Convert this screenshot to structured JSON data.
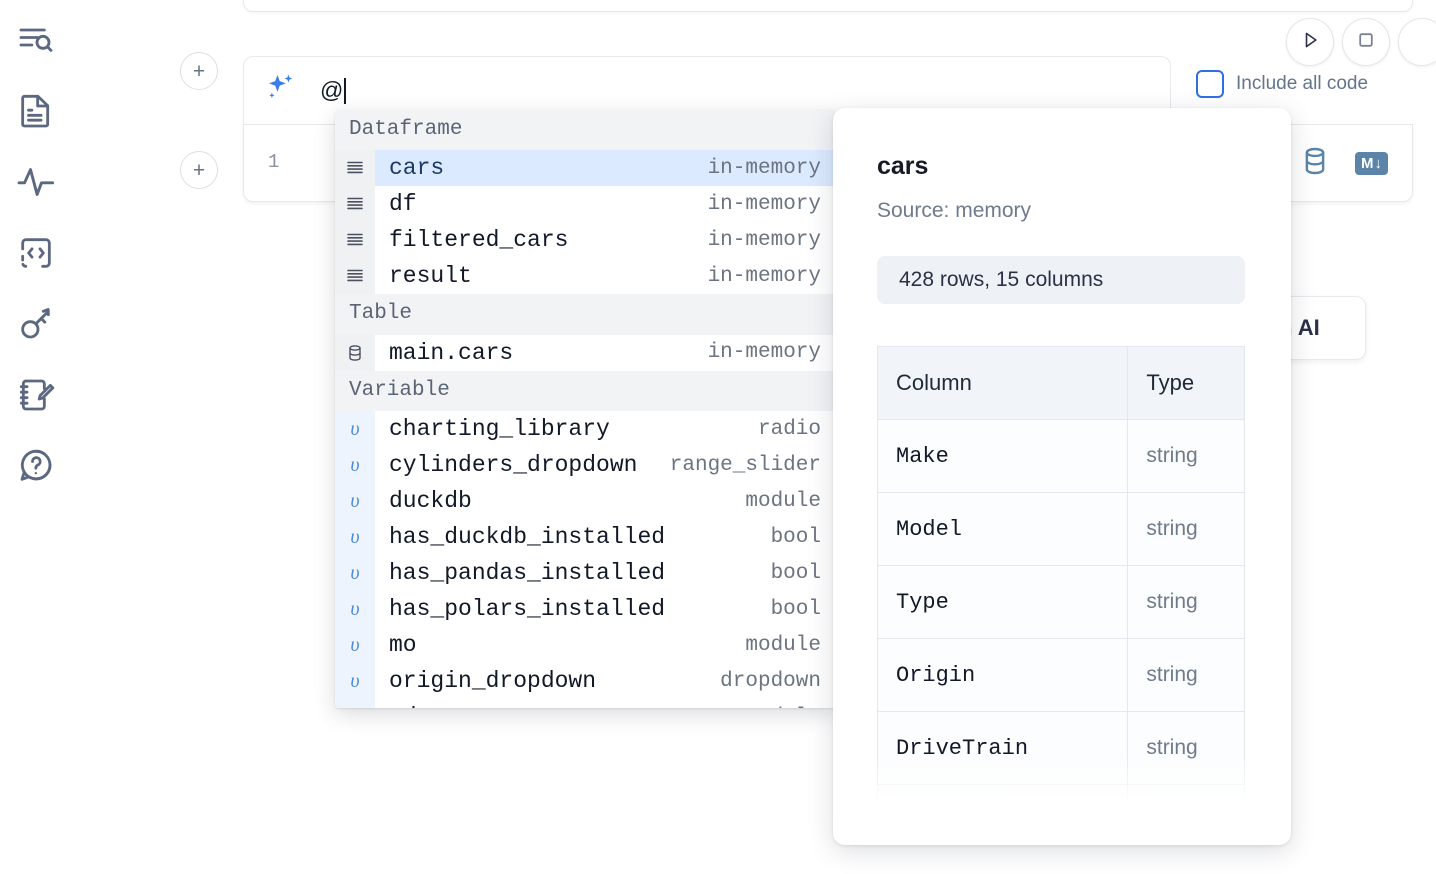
{
  "sidebar": {
    "items": [
      {
        "name": "explore-search-icon",
        "label": "Explore"
      },
      {
        "name": "file-document-icon",
        "label": "Notebook"
      },
      {
        "name": "activity-pulse-icon",
        "label": "Activity"
      },
      {
        "name": "code-embed-icon",
        "label": "Snippets"
      },
      {
        "name": "key-secrets-icon",
        "label": "Secrets"
      },
      {
        "name": "notebook-edit-icon",
        "label": "Scratchpad"
      },
      {
        "name": "help-question-icon",
        "label": "Help"
      }
    ]
  },
  "toolbar": {
    "run_button": "run",
    "stop_button": "stop",
    "extra_button": "more",
    "include_all_code_label": "Include all code",
    "include_all_code_checked": false,
    "accent_color": "#2f6fe4"
  },
  "ai_prompt": {
    "value": "@",
    "icon": "sparkle-icon",
    "add_button_label": "+"
  },
  "code_cell": {
    "add_button_label": "+",
    "line_number": "1",
    "icons": [
      {
        "name": "database-icon",
        "label": "database"
      },
      {
        "name": "markdown-icon",
        "label": "M"
      }
    ]
  },
  "ai_chip": {
    "label": "Generate with AI"
  },
  "autocomplete": {
    "groups": [
      {
        "title": "Dataframe",
        "icon": "dataframe-icon",
        "kind": "df",
        "items": [
          {
            "name": "cars",
            "type": "in-memory",
            "selected": true
          },
          {
            "name": "df",
            "type": "in-memory",
            "selected": false
          },
          {
            "name": "filtered_cars",
            "type": "in-memory",
            "selected": false
          },
          {
            "name": "result",
            "type": "in-memory",
            "selected": false
          }
        ]
      },
      {
        "title": "Table",
        "icon": "table-database-icon",
        "kind": "table",
        "items": [
          {
            "name": "main.cars",
            "type": "in-memory",
            "selected": false
          }
        ]
      },
      {
        "title": "Variable",
        "icon": "variable-icon",
        "kind": "var",
        "items": [
          {
            "name": "charting_library",
            "type": "radio",
            "selected": false
          },
          {
            "name": "cylinders_dropdown",
            "type": "range_slider",
            "selected": false
          },
          {
            "name": "duckdb",
            "type": "module",
            "selected": false
          },
          {
            "name": "has_duckdb_installed",
            "type": "bool",
            "selected": false
          },
          {
            "name": "has_pandas_installed",
            "type": "bool",
            "selected": false
          },
          {
            "name": "has_polars_installed",
            "type": "bool",
            "selected": false
          },
          {
            "name": "mo",
            "type": "module",
            "selected": false
          },
          {
            "name": "origin_dropdown",
            "type": "dropdown",
            "selected": false
          },
          {
            "name": "pd",
            "type": "module",
            "selected": false
          }
        ]
      }
    ]
  },
  "preview": {
    "title": "cars",
    "source": "Source: memory",
    "shape": "428 rows, 15 columns",
    "table": {
      "headers": [
        "Column",
        "Type"
      ],
      "rows": [
        [
          "Make",
          "string"
        ],
        [
          "Model",
          "string"
        ],
        [
          "Type",
          "string"
        ],
        [
          "Origin",
          "string"
        ],
        [
          "DriveTrain",
          "string"
        ],
        [
          "",
          ""
        ]
      ]
    }
  }
}
